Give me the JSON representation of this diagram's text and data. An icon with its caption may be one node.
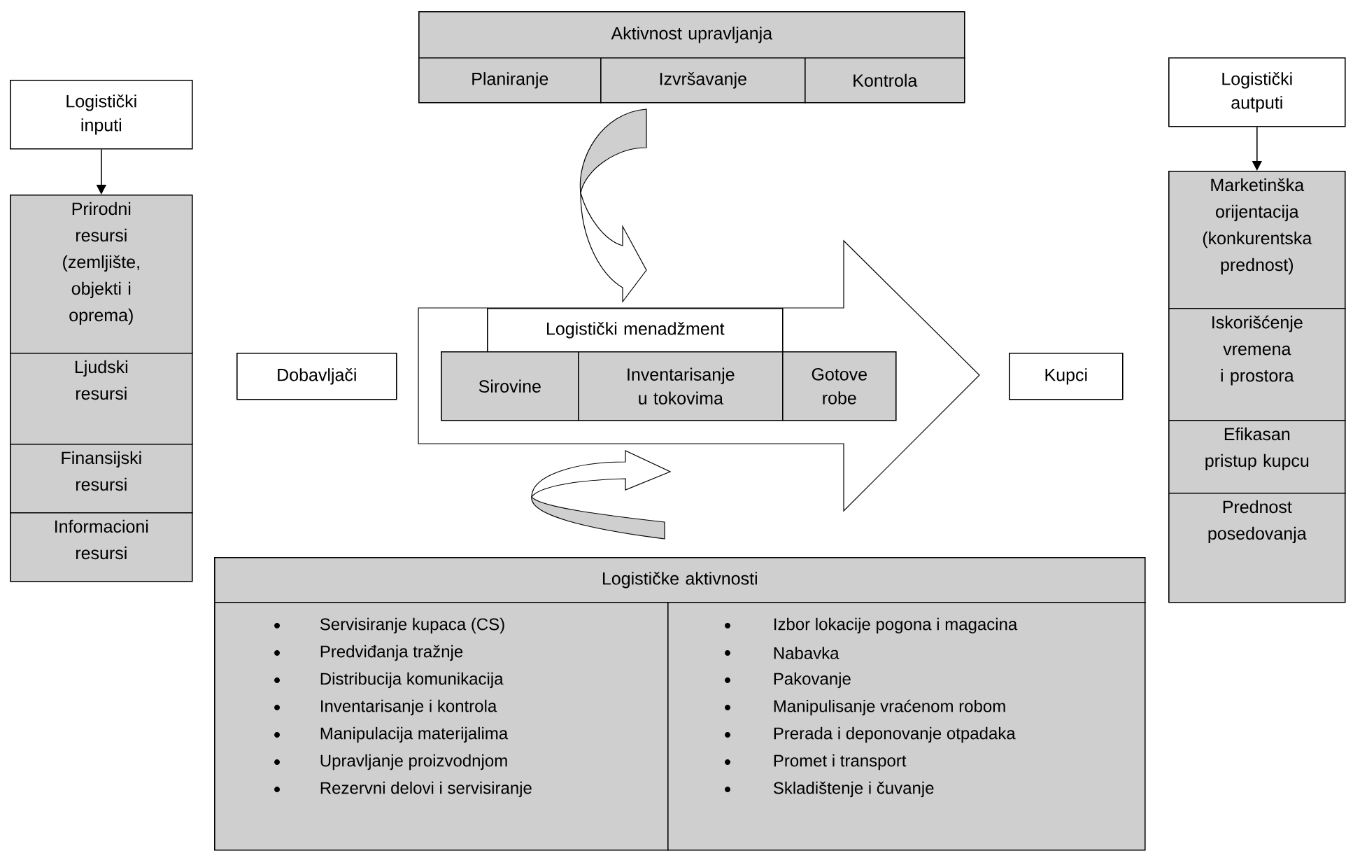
{
  "diagram": {
    "nodes": [
      {
        "text": [
          "Logistički inputi"
        ]
      },
      {
        "text": [
          "Prirodni resursi (zemljište, objekti i oprema)"
        ]
      },
      {
        "text": [
          "Ljudski resursi"
        ]
      },
      {
        "text": [
          "Finansijski resursi"
        ]
      },
      {
        "text": [
          "Informacioni resursi"
        ]
      },
      {
        "text": [
          "Aktivnost upravljanja"
        ]
      },
      {
        "text": [
          "Planiranje"
        ]
      },
      {
        "text": [
          "Izvršavanje"
        ]
      },
      {
        "text": [
          "Kontrola"
        ]
      },
      {
        "text": [
          "Dobavljači"
        ]
      },
      {
        "text": [],
        "shape": "arrow"
      },
      {
        "text": [
          "Logistički menadžment"
        ],
        "in": 10
      },
      {
        "text": [
          "Sirovine"
        ],
        "in": 10
      },
      {
        "text": [
          "Inventarisanje u tokovima"
        ],
        "in": 10
      },
      {
        "text": [
          "Gotove robe"
        ],
        "in": 10
      },
      {
        "text": [
          "Kupci"
        ]
      },
      {
        "text": [
          "Logistički autputi"
        ]
      },
      {
        "text": [
          "Marketinška orijentacija (konkurentska prednost)"
        ]
      },
      {
        "text": [
          "Iskorišćenje vremena i prostora"
        ]
      },
      {
        "text": [
          "Efikasan pristup kupcu"
        ]
      },
      {
        "text": [
          "Prednost posedovanja"
        ]
      },
      {
        "text": [
          "Logističke aktivnosti"
        ]
      },
      {
        "text": [
          "Servisiranje kupaca (CS)",
          "Predviđanja tražnje",
          "Distribucija komunikacija",
          "Inventarisanje i kontrola",
          "Manipulacija materijalima",
          "Upravljanje proizvodnjom",
          "Rezervni delovi i servisiranje"
        ]
      },
      {
        "text": [
          "Izbor lokacije pogona i magacina",
          "Nabavka",
          "Pakovanje",
          "Manipulisanje vraćenom robom",
          "Prerada i deponovanje otpadaka",
          "Promet i transport",
          "Skladištenje i čuvanje"
        ]
      }
    ],
    "edges": [
      {
        "from": 0,
        "to": 1,
        "arrow": "to"
      },
      {
        "from": 16,
        "to": 17,
        "arrow": "to"
      },
      {
        "from": 7,
        "to": 10,
        "arrow": "to"
      },
      {
        "from": 21,
        "to": 10,
        "arrow": "to"
      }
    ]
  }
}
